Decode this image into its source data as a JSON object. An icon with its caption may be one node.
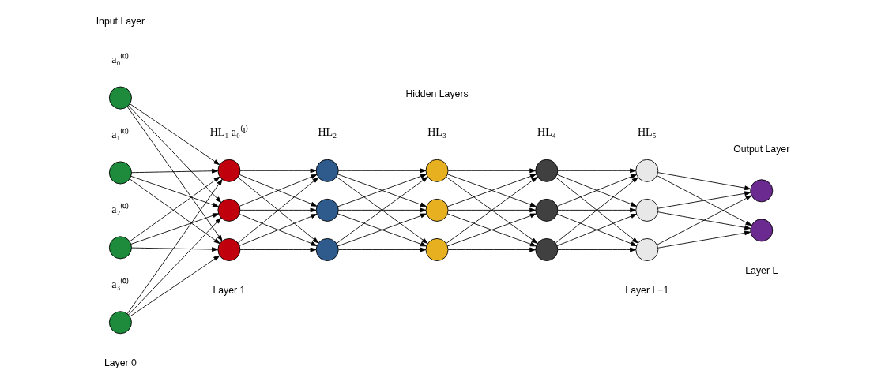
{
  "diagram": {
    "nodes": [
      {
        "text": [],
        "shape": "circle",
        "beside": [
          "a₀⁽⁰⁾"
        ]
      },
      {
        "text": [],
        "shape": "circle",
        "beside": [
          "a₁⁽⁰⁾"
        ]
      },
      {
        "text": [],
        "shape": "circle",
        "beside": [
          "a₂⁽⁰⁾"
        ]
      },
      {
        "text": [],
        "shape": "circle",
        "beside": [
          "a₃⁽⁰⁾"
        ]
      },
      {
        "text": [],
        "shape": "circle",
        "beside": [
          "HL₁",
          "a₀⁽¹⁾"
        ]
      },
      {
        "text": [],
        "shape": "circle"
      },
      {
        "text": [],
        "shape": "circle"
      },
      {
        "text": [],
        "shape": "circle",
        "beside": [
          "HL₂"
        ]
      },
      {
        "text": [],
        "shape": "circle"
      },
      {
        "text": [],
        "shape": "circle"
      },
      {
        "text": [],
        "shape": "circle",
        "beside": [
          "HL₃"
        ]
      },
      {
        "text": [],
        "shape": "circle"
      },
      {
        "text": [],
        "shape": "circle"
      },
      {
        "text": [],
        "shape": "circle",
        "beside": [
          "HL₄"
        ]
      },
      {
        "text": [],
        "shape": "circle"
      },
      {
        "text": [],
        "shape": "circle"
      },
      {
        "text": [],
        "shape": "circle",
        "beside": [
          "HL₅"
        ]
      },
      {
        "text": [],
        "shape": "circle"
      },
      {
        "text": [],
        "shape": "circle"
      },
      {
        "text": [],
        "shape": "circle"
      },
      {
        "text": [],
        "shape": "circle"
      }
    ],
    "edges": [
      {
        "from": 0,
        "to": 4,
        "arrow": "to"
      },
      {
        "from": 0,
        "to": 5,
        "arrow": "to"
      },
      {
        "from": 0,
        "to": 6,
        "arrow": "to"
      },
      {
        "from": 1,
        "to": 4,
        "arrow": "to"
      },
      {
        "from": 1,
        "to": 5,
        "arrow": "to"
      },
      {
        "from": 1,
        "to": 6,
        "arrow": "to"
      },
      {
        "from": 2,
        "to": 4,
        "arrow": "to"
      },
      {
        "from": 2,
        "to": 5,
        "arrow": "to"
      },
      {
        "from": 2,
        "to": 6,
        "arrow": "to"
      },
      {
        "from": 3,
        "to": 4,
        "arrow": "to"
      },
      {
        "from": 3,
        "to": 5,
        "arrow": "to"
      },
      {
        "from": 3,
        "to": 6,
        "arrow": "to"
      },
      {
        "from": 4,
        "to": 7,
        "arrow": "to"
      },
      {
        "from": 4,
        "to": 8,
        "arrow": "to"
      },
      {
        "from": 4,
        "to": 9,
        "arrow": "to"
      },
      {
        "from": 5,
        "to": 7,
        "arrow": "to"
      },
      {
        "from": 5,
        "to": 8,
        "arrow": "to"
      },
      {
        "from": 5,
        "to": 9,
        "arrow": "to"
      },
      {
        "from": 6,
        "to": 7,
        "arrow": "to"
      },
      {
        "from": 6,
        "to": 8,
        "arrow": "to"
      },
      {
        "from": 6,
        "to": 9,
        "arrow": "to"
      },
      {
        "from": 7,
        "to": 10,
        "arrow": "to"
      },
      {
        "from": 7,
        "to": 11,
        "arrow": "to"
      },
      {
        "from": 7,
        "to": 12,
        "arrow": "to"
      },
      {
        "from": 8,
        "to": 10,
        "arrow": "to"
      },
      {
        "from": 8,
        "to": 11,
        "arrow": "to"
      },
      {
        "from": 8,
        "to": 12,
        "arrow": "to"
      },
      {
        "from": 9,
        "to": 10,
        "arrow": "to"
      },
      {
        "from": 9,
        "to": 11,
        "arrow": "to"
      },
      {
        "from": 9,
        "to": 12,
        "arrow": "to"
      },
      {
        "from": 10,
        "to": 13,
        "arrow": "to"
      },
      {
        "from": 10,
        "to": 14,
        "arrow": "to"
      },
      {
        "from": 10,
        "to": 15,
        "arrow": "to"
      },
      {
        "from": 11,
        "to": 13,
        "arrow": "to"
      },
      {
        "from": 11,
        "to": 14,
        "arrow": "to"
      },
      {
        "from": 11,
        "to": 15,
        "arrow": "to"
      },
      {
        "from": 12,
        "to": 13,
        "arrow": "to"
      },
      {
        "from": 12,
        "to": 14,
        "arrow": "to"
      },
      {
        "from": 12,
        "to": 15,
        "arrow": "to"
      },
      {
        "from": 13,
        "to": 16,
        "arrow": "to"
      },
      {
        "from": 13,
        "to": 17,
        "arrow": "to"
      },
      {
        "from": 13,
        "to": 18,
        "arrow": "to"
      },
      {
        "from": 14,
        "to": 16,
        "arrow": "to"
      },
      {
        "from": 14,
        "to": 17,
        "arrow": "to"
      },
      {
        "from": 14,
        "to": 18,
        "arrow": "to"
      },
      {
        "from": 15,
        "to": 16,
        "arrow": "to"
      },
      {
        "from": 15,
        "to": 17,
        "arrow": "to"
      },
      {
        "from": 15,
        "to": 18,
        "arrow": "to"
      },
      {
        "from": 16,
        "to": 19,
        "arrow": "to"
      },
      {
        "from": 16,
        "to": 20,
        "arrow": "to"
      },
      {
        "from": 17,
        "to": 19,
        "arrow": "to"
      },
      {
        "from": 17,
        "to": 20,
        "arrow": "to"
      },
      {
        "from": 18,
        "to": 19,
        "arrow": "to"
      },
      {
        "from": 18,
        "to": 20,
        "arrow": "to"
      }
    ],
    "labels": [
      "Input Layer",
      "Hidden Layers",
      "Output Layer",
      "Layer 1",
      "Layer L−1",
      "Layer L",
      "Layer 0"
    ]
  }
}
